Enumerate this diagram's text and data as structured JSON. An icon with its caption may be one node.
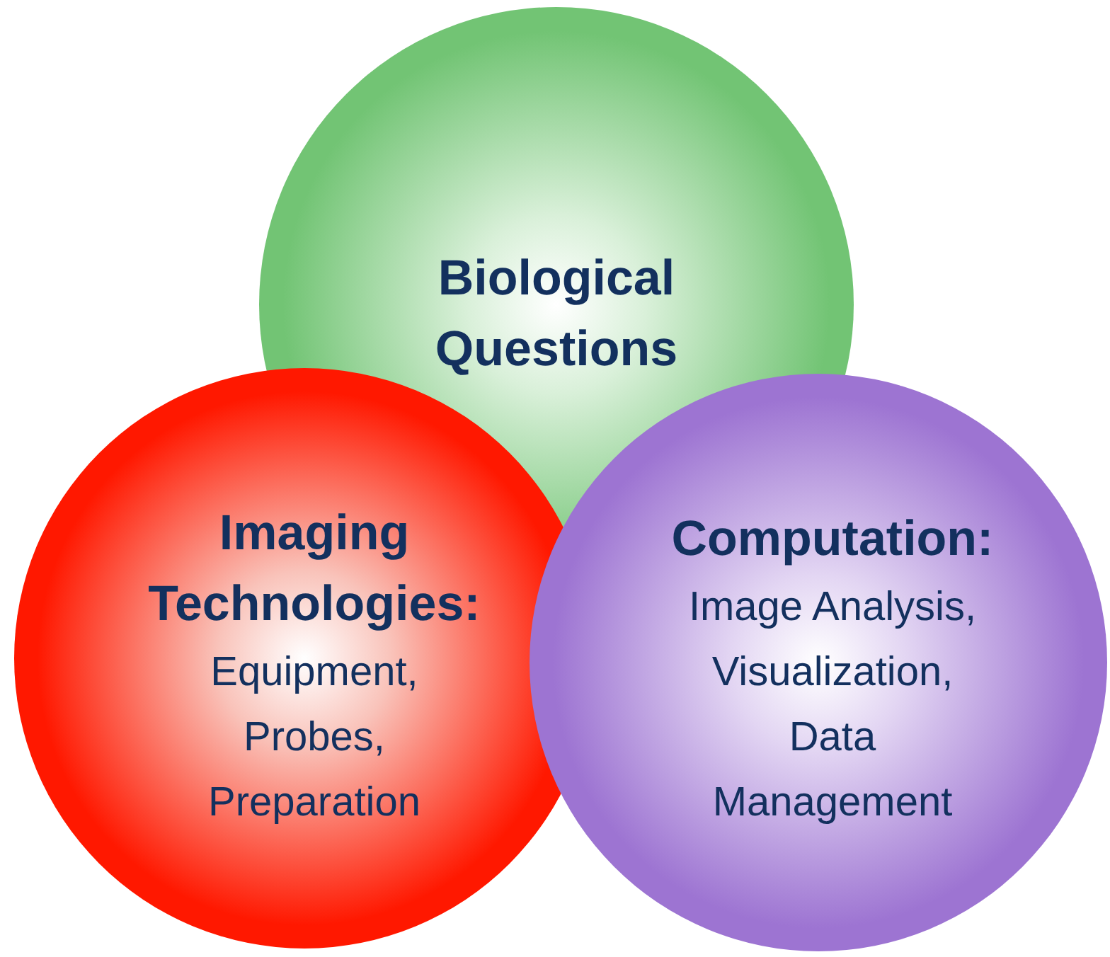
{
  "diagram": {
    "nodes": [
      {
        "text": [
          "Biological Questions"
        ]
      },
      {
        "text": [
          "Imaging Technologies:",
          "Equipment, Probes, Preparation"
        ]
      },
      {
        "text": [
          "Computation:",
          "Image Analysis, Visualization, Data Management"
        ]
      }
    ]
  }
}
